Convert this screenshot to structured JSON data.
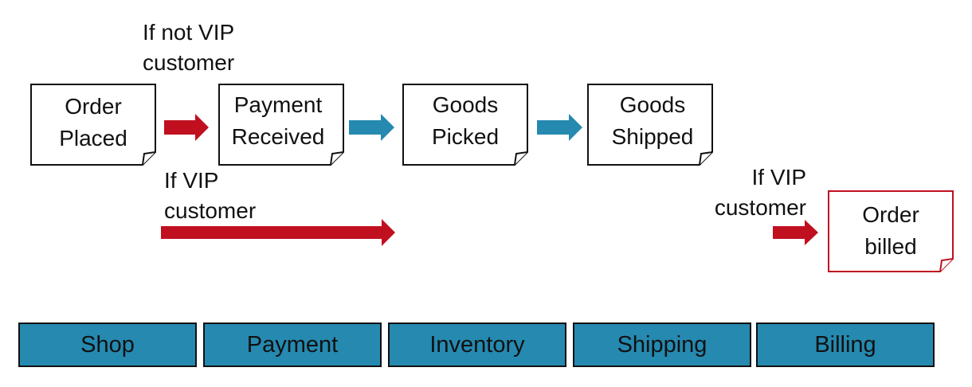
{
  "colors": {
    "flow_blue": "#2589b0",
    "vip_red": "#c01020",
    "lane_blue": "#2589b0",
    "billing_border": "#c01020"
  },
  "steps": [
    {
      "line1": "Order",
      "line2": "Placed"
    },
    {
      "line1": "Payment",
      "line2": "Received"
    },
    {
      "line1": "Goods",
      "line2": "Picked"
    },
    {
      "line1": "Goods",
      "line2": "Shipped"
    },
    {
      "line1": "Order",
      "line2": "billed"
    }
  ],
  "conditions": {
    "not_vip": {
      "line1": "If not VIP",
      "line2": "customer"
    },
    "vip_left": {
      "line1": "If VIP",
      "line2": "customer"
    },
    "vip_right": {
      "line1": "If VIP",
      "line2": "customer"
    }
  },
  "lanes": [
    "Shop",
    "Payment",
    "Inventory",
    "Shipping",
    "Billing"
  ]
}
